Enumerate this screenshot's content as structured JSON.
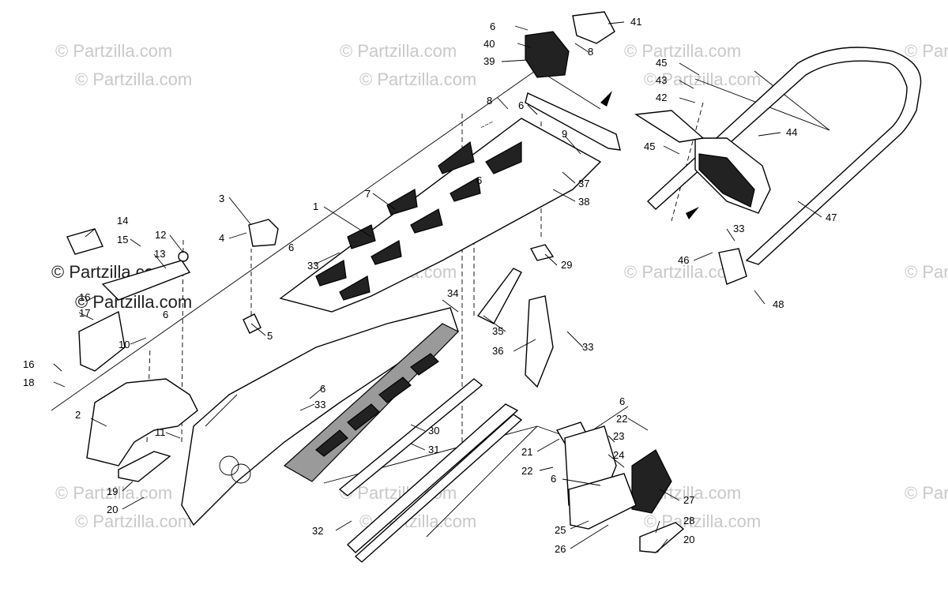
{
  "watermark": {
    "text": "© Partzilla.com",
    "text_emphasis": "© Partzilla.com"
  },
  "callouts": [
    {
      "id": "c1",
      "label": "1"
    },
    {
      "id": "c2",
      "label": "2"
    },
    {
      "id": "c3",
      "label": "3"
    },
    {
      "id": "c4",
      "label": "4"
    },
    {
      "id": "c5",
      "label": "5"
    },
    {
      "id": "c6a",
      "label": "6"
    },
    {
      "id": "c6b",
      "label": "6"
    },
    {
      "id": "c6c",
      "label": "6"
    },
    {
      "id": "c6d",
      "label": "6"
    },
    {
      "id": "c6e",
      "label": "6"
    },
    {
      "id": "c6f",
      "label": "6"
    },
    {
      "id": "c6g",
      "label": "6"
    },
    {
      "id": "c6h",
      "label": "6"
    },
    {
      "id": "c7",
      "label": "7"
    },
    {
      "id": "c8a",
      "label": "8"
    },
    {
      "id": "c8b",
      "label": "8"
    },
    {
      "id": "c9",
      "label": "9"
    },
    {
      "id": "c10",
      "label": "10"
    },
    {
      "id": "c11",
      "label": "11"
    },
    {
      "id": "c12",
      "label": "12"
    },
    {
      "id": "c13",
      "label": "13"
    },
    {
      "id": "c14",
      "label": "14"
    },
    {
      "id": "c15",
      "label": "15"
    },
    {
      "id": "c16a",
      "label": "16"
    },
    {
      "id": "c16b",
      "label": "16"
    },
    {
      "id": "c17",
      "label": "17"
    },
    {
      "id": "c18",
      "label": "18"
    },
    {
      "id": "c19",
      "label": "19"
    },
    {
      "id": "c20a",
      "label": "20"
    },
    {
      "id": "c20b",
      "label": "20"
    },
    {
      "id": "c21",
      "label": "21"
    },
    {
      "id": "c22a",
      "label": "22"
    },
    {
      "id": "c22b",
      "label": "22"
    },
    {
      "id": "c23",
      "label": "23"
    },
    {
      "id": "c24",
      "label": "24"
    },
    {
      "id": "c25",
      "label": "25"
    },
    {
      "id": "c26",
      "label": "26"
    },
    {
      "id": "c27",
      "label": "27"
    },
    {
      "id": "c28",
      "label": "28"
    },
    {
      "id": "c29",
      "label": "29"
    },
    {
      "id": "c30",
      "label": "30"
    },
    {
      "id": "c31",
      "label": "31"
    },
    {
      "id": "c32",
      "label": "32"
    },
    {
      "id": "c33a",
      "label": "33"
    },
    {
      "id": "c33b",
      "label": "33"
    },
    {
      "id": "c33c",
      "label": "33"
    },
    {
      "id": "c33d",
      "label": "33"
    },
    {
      "id": "c34",
      "label": "34"
    },
    {
      "id": "c35",
      "label": "35"
    },
    {
      "id": "c36",
      "label": "36"
    },
    {
      "id": "c37",
      "label": "37"
    },
    {
      "id": "c38",
      "label": "38"
    },
    {
      "id": "c39",
      "label": "39"
    },
    {
      "id": "c40",
      "label": "40"
    },
    {
      "id": "c41",
      "label": "41"
    },
    {
      "id": "c42",
      "label": "42"
    },
    {
      "id": "c43",
      "label": "43"
    },
    {
      "id": "c44",
      "label": "44"
    },
    {
      "id": "c45a",
      "label": "45"
    },
    {
      "id": "c45b",
      "label": "45"
    },
    {
      "id": "c46",
      "label": "46"
    },
    {
      "id": "c47",
      "label": "47"
    },
    {
      "id": "c48",
      "label": "48"
    }
  ]
}
